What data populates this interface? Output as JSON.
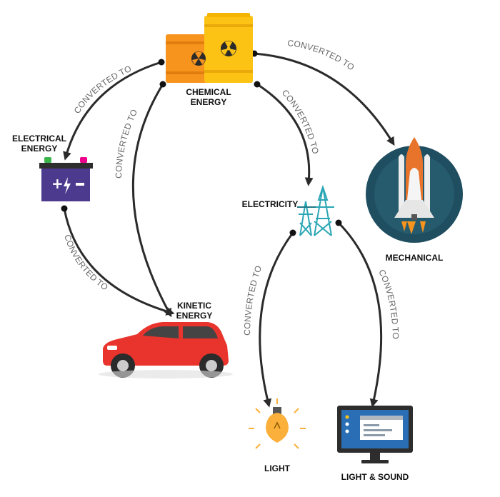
{
  "nodes": {
    "chemical": {
      "label_line1": "CHEMICAL",
      "label_line2": "ENERGY"
    },
    "electrical": {
      "label_line1": "ELECTRICAL",
      "label_line2": "ENERGY"
    },
    "kinetic": {
      "label_line1": "KINETIC",
      "label_line2": "ENERGY"
    },
    "electricity": {
      "label": "ELECTRICITY"
    },
    "mechanical": {
      "label": "MECHANICAL"
    },
    "light": {
      "label": "LIGHT"
    },
    "light_sound": {
      "label": "LIGHT & SOUND"
    }
  },
  "edges": {
    "chemical_to_electrical": "CONVERTED TO",
    "chemical_to_kinetic": "CONVERTED TO",
    "chemical_to_electricity": "CONVERTED TO",
    "chemical_to_mechanical": "CONVERTED TO",
    "electrical_to_kinetic": "CONVERTED TO",
    "electricity_to_light": "CONVERTED TO",
    "electricity_to_light_sound": "CONVERTED TO"
  },
  "colors": {
    "barrel_orange": "#f7941d",
    "barrel_yellow": "#fcc314",
    "battery_purple": "#4b3a8e",
    "car_red": "#e8342c",
    "rocket_bg": "#1f4e61",
    "tower_teal": "#2ba6b5",
    "monitor_dark": "#2d2d2d",
    "screen_blue": "#2a6fb5",
    "bulb_yellow": "#fbb03b",
    "arrow": "#2b2b2b"
  },
  "icons": [
    "barrels-icon",
    "battery-icon",
    "car-icon",
    "power-tower-icon",
    "rocket-icon",
    "light-bulb-icon",
    "monitor-icon"
  ]
}
